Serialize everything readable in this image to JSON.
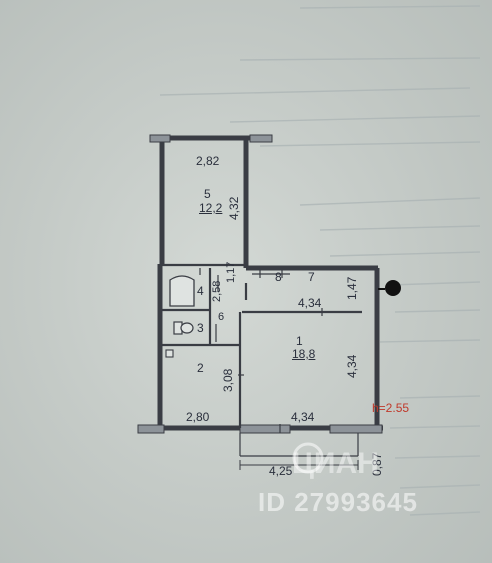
{
  "plan": {
    "dims": {
      "top_width": "2,82",
      "room5_height": "4,32",
      "room4_height": "1,17",
      "corridor_height": "2,58",
      "corridor_width": "4,34",
      "hall_height": "1,47",
      "room1_height": "4,34",
      "kitchen_height": "3,08",
      "bottom_left_width": "2,80",
      "bottom_right_width": "4,34",
      "balcony_width": "4,25",
      "balcony_depth": "0,87"
    },
    "rooms": {
      "r5_num": "5",
      "r5_area": "12,2",
      "r4_num": "4",
      "r3_num": "3",
      "r6_num": "6",
      "r7_num": "7",
      "r8_num": "8",
      "r1_num": "1",
      "r1_area": "18,8",
      "r2_num": "2"
    },
    "ceiling_height": "h=2.55"
  },
  "watermark": {
    "text": "ID 27993645",
    "logo_text": "ЦИАН"
  },
  "colors": {
    "paper": "#c9cfcb",
    "wall": "#3a3d44",
    "ink": "#2a2f3c",
    "accent_red": "#c0392b"
  }
}
